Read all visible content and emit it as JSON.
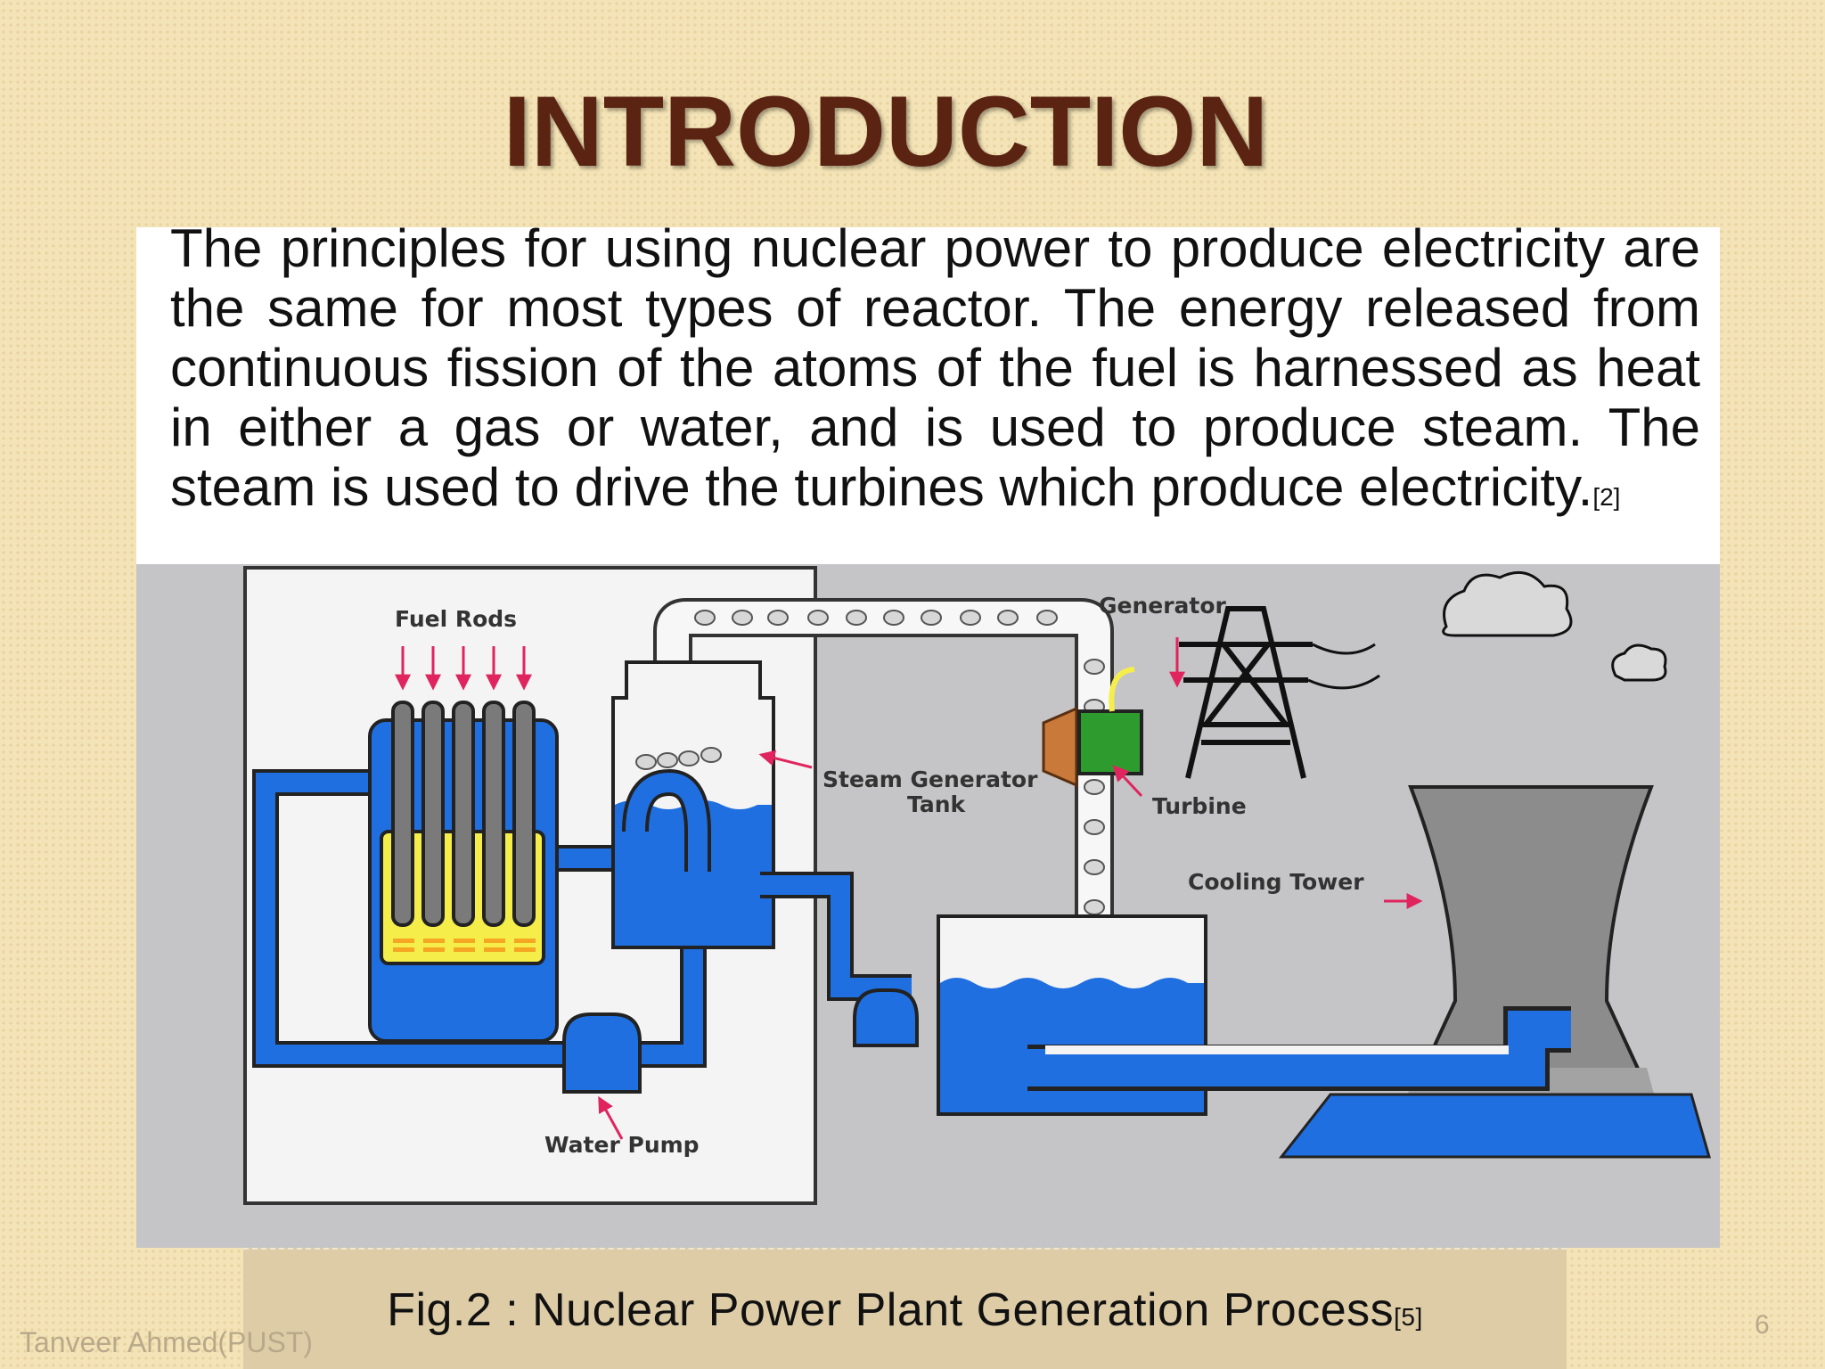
{
  "slide": {
    "title": "INTRODUCTION",
    "body_text": "The principles for using nuclear power to produce electricity are the same for most types of reactor. The energy released from continuous fission of the atoms of the fuel is harnessed as heat in either a gas or water, and is used to produce steam. The steam is used to drive the turbines which produce electricity.",
    "body_ref": "[2]",
    "figure_caption": "Fig.2 :  Nuclear Power Plant Generation Process",
    "caption_ref": "[5]",
    "footer_author": "Tanveer Ahmed(PUST)",
    "page_number": "6"
  },
  "diagram": {
    "labels": {
      "fuel_rods": "Fuel Rods",
      "generator": "Generator",
      "steam_generator_line1": "Steam Generator",
      "steam_generator_line2": "Tank",
      "turbine": "Turbine",
      "cooling_tower": "Cooling Tower",
      "water_pump": "Water Pump"
    },
    "colors": {
      "water": "#1f6fe0",
      "title": "#5b2412",
      "arrow": "#e0245e",
      "fuel": "#f5ee4a"
    }
  }
}
